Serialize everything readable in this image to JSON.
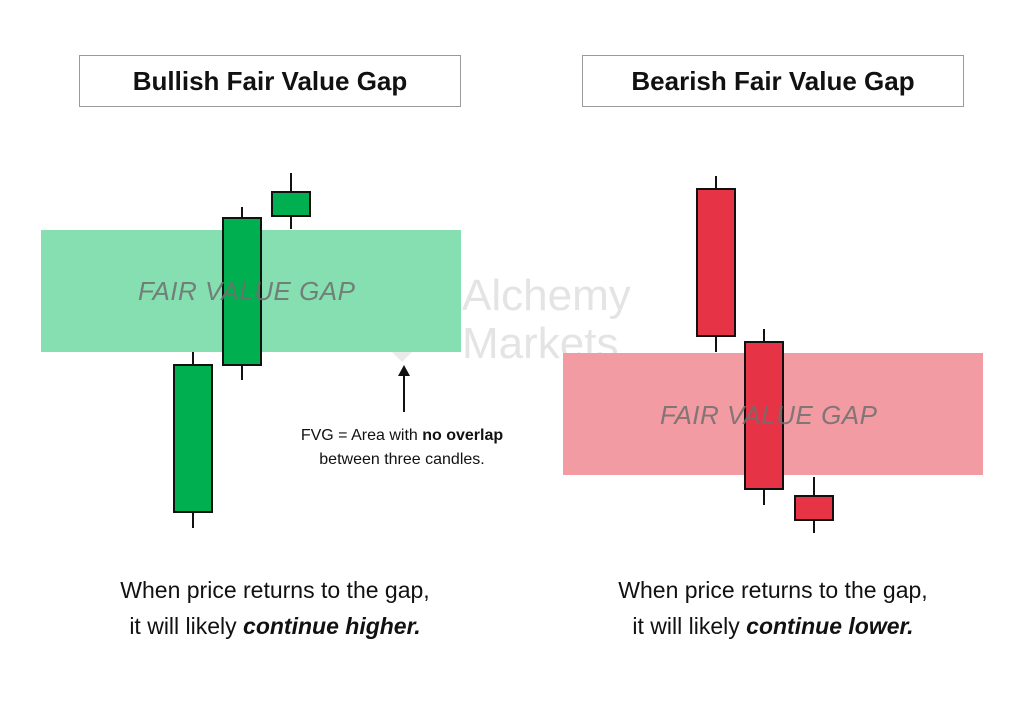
{
  "panels": {
    "bullish": {
      "title": "Bullish Fair Value Gap",
      "zone_label": "FAIR VALUE GAP",
      "zone_color": "#85dfb1",
      "candle_color": "#00b050",
      "caption_line1": "When price returns to the gap,",
      "caption_line2_prefix": "it will likely ",
      "caption_line2_emphasis": "continue higher."
    },
    "bearish": {
      "title": "Bearish Fair Value Gap",
      "zone_label": "FAIR VALUE GAP",
      "zone_color": "#f29ba2",
      "candle_color": "#e63446",
      "caption_line1": "When price returns to the gap,",
      "caption_line2_prefix": "it will likely ",
      "caption_line2_emphasis": "continue lower."
    }
  },
  "annotation": {
    "prefix": "FVG = Area with ",
    "emphasis": "no overlap",
    "line2": "between three candles."
  },
  "watermark": {
    "line1": "Alchemy",
    "line2": "Markets",
    "color": "#e4e4e4"
  }
}
